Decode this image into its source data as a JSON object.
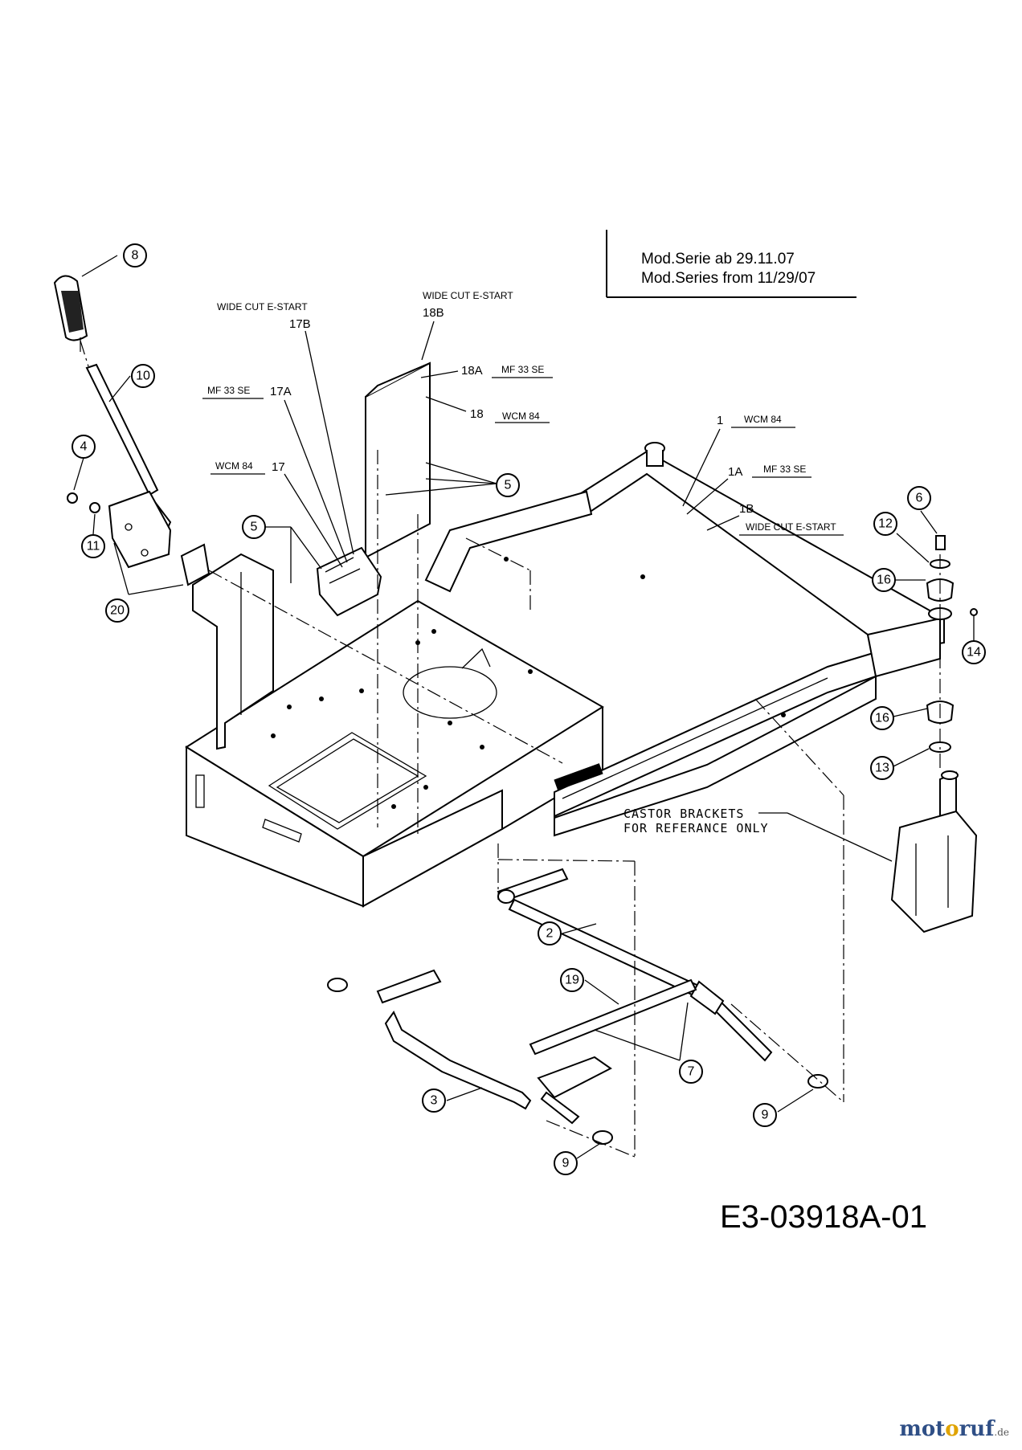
{
  "notes": {
    "line1": "Mod.Serie   ab 29.11.07",
    "line2": "Mod.Series  from 11/29/07"
  },
  "drawing_number": "E3-03918A-01",
  "castor_note": {
    "line1": "CASTOR BRACKETS",
    "line2": "FOR REFERANCE ONLY"
  },
  "brand": {
    "text_a": "mot",
    "text_b": "o",
    "text_c": "ruf",
    "tld": ".de"
  },
  "callouts": {
    "c8": "8",
    "c10": "10",
    "c4": "4",
    "c11": "11",
    "c20": "20",
    "c5a": "5",
    "c5b": "5",
    "c6": "6",
    "c12": "12",
    "c16a": "16",
    "c14": "14",
    "c16b": "16",
    "c13": "13",
    "c2": "2",
    "c19": "19",
    "c7": "7",
    "c3": "3",
    "c9a": "9",
    "c9b": "9"
  },
  "labels": {
    "wide_cut_17b": "WIDE CUT E-START",
    "p17b": "17B",
    "wide_cut_18b": "WIDE CUT E-START",
    "p18b": "18B",
    "p18a": "18A",
    "mf33_18a": "MF 33 SE",
    "p18": "18",
    "wcm_18": "WCM 84",
    "mf33_17a": "MF 33 SE",
    "p17a": "17A",
    "wcm_17": "WCM 84",
    "p17": "17",
    "p1": "1",
    "wcm_1": "WCM 84",
    "p1a": "1A",
    "mf33_1a": "MF 33 SE",
    "p1b": "1B",
    "wide_cut_1b": "WIDE CUT E-START"
  },
  "colors": {
    "brand_blue": "#2f4f86",
    "brand_accent": "#e0a300"
  }
}
